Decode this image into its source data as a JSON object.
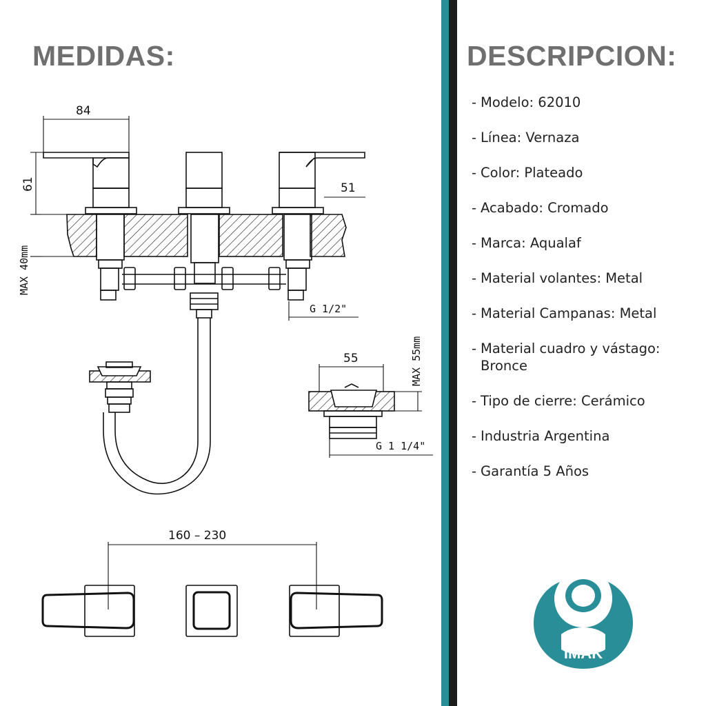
{
  "left": {
    "heading": "MEDIDAS:"
  },
  "right": {
    "heading": "DESCRIPCION:"
  },
  "dimensions": {
    "width_top": "84",
    "height_side": "61",
    "max_40": "MAX 40mm",
    "right_51": "51",
    "g_half": "G 1/2\"",
    "width_55": "55",
    "max_55": "MAX 55mm",
    "g_1_1_4": "G 1 1/4\"",
    "spacing": "160 – 230"
  },
  "specs": [
    {
      "dash": "-",
      "text": "Modelo: 62010"
    },
    {
      "dash": "-",
      "text": "Línea: Vernaza"
    },
    {
      "dash": "-",
      "text": "Color: Plateado"
    },
    {
      "dash": "-",
      "text": "Acabado: Cromado"
    },
    {
      "dash": "-",
      "text": "Marca: Aqualaf"
    },
    {
      "dash": "-",
      "text": "Material volantes: Metal"
    },
    {
      "dash": "-",
      "text": "Material Campanas: Metal"
    },
    {
      "dash": "-",
      "text": "Material cuadro y vástago:",
      "cont": "Bronce"
    },
    {
      "dash": "-",
      "text": "Tipo de cierre: Cerámico"
    },
    {
      "dash": "-",
      "text": "Industria Argentina"
    },
    {
      "dash": "-",
      "text": "Garantía 5 Años"
    }
  ],
  "logo": {
    "text": "IMAK",
    "color": "#2a8e99"
  }
}
